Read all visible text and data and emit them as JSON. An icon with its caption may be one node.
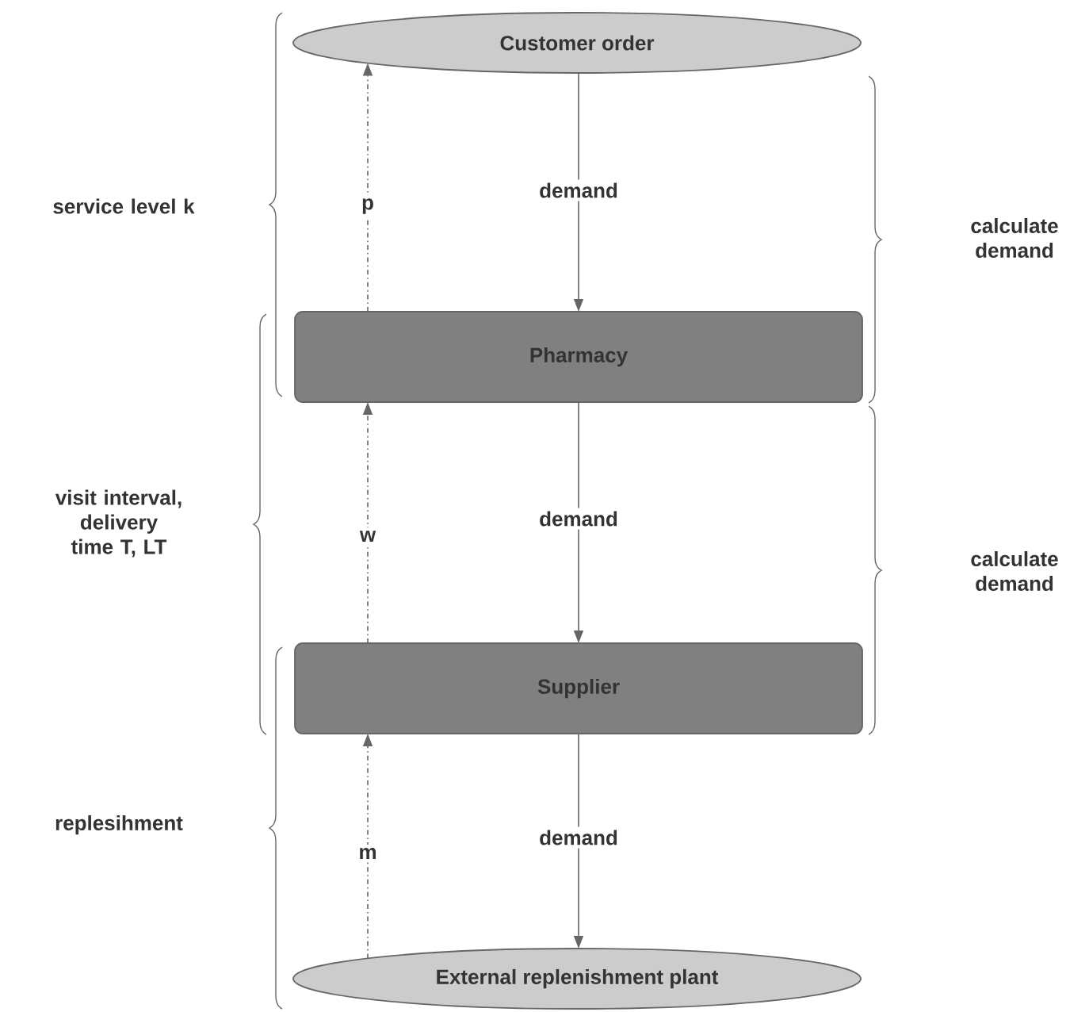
{
  "diagram": {
    "nodes": [
      {
        "text": [
          "Customer order"
        ]
      },
      {
        "text": [
          "Pharmacy"
        ]
      },
      {
        "text": [
          "Supplier"
        ]
      },
      {
        "text": [
          "External replenishment plant"
        ]
      }
    ],
    "edges": [
      {
        "from": 0,
        "to": 1,
        "arrow": "to",
        "label": "demand"
      },
      {
        "from": 1,
        "to": 2,
        "arrow": "to",
        "label": "demand"
      },
      {
        "from": 2,
        "to": 3,
        "arrow": "to",
        "label": "demand"
      },
      {
        "from": 1,
        "to": 0,
        "arrow": "to",
        "label": "p",
        "style": "dashed"
      },
      {
        "from": 2,
        "to": 1,
        "arrow": "to",
        "label": "w",
        "style": "dashed"
      },
      {
        "from": 3,
        "to": 2,
        "arrow": "to",
        "label": "m",
        "style": "dashed"
      }
    ],
    "labels": [
      "service level k",
      "calculate demand",
      "visit interval, delivery time T, LT",
      "calculate demand",
      "replesihment"
    ]
  }
}
